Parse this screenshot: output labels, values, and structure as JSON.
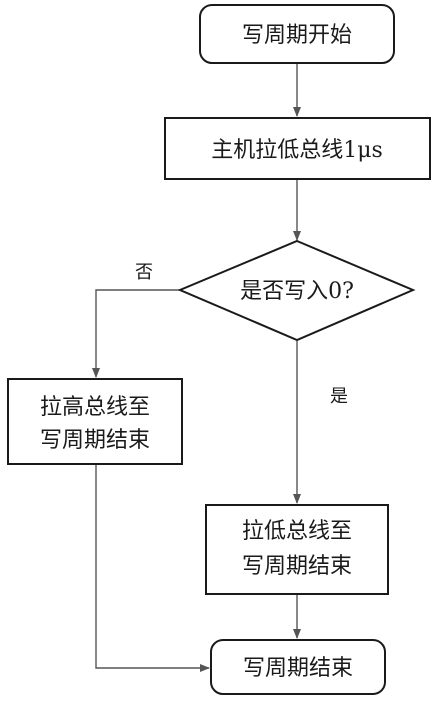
{
  "nodes": {
    "start": "写周期开始",
    "host_pull_low": "主机拉低总线1μs",
    "decision": "是否写入0?",
    "pull_high": [
      "拉高总线至",
      "写周期结束"
    ],
    "keep_low": [
      "拉低总线至",
      "写周期结束"
    ],
    "end": "写周期结束"
  },
  "edge_labels": {
    "no": "否",
    "yes": "是"
  }
}
